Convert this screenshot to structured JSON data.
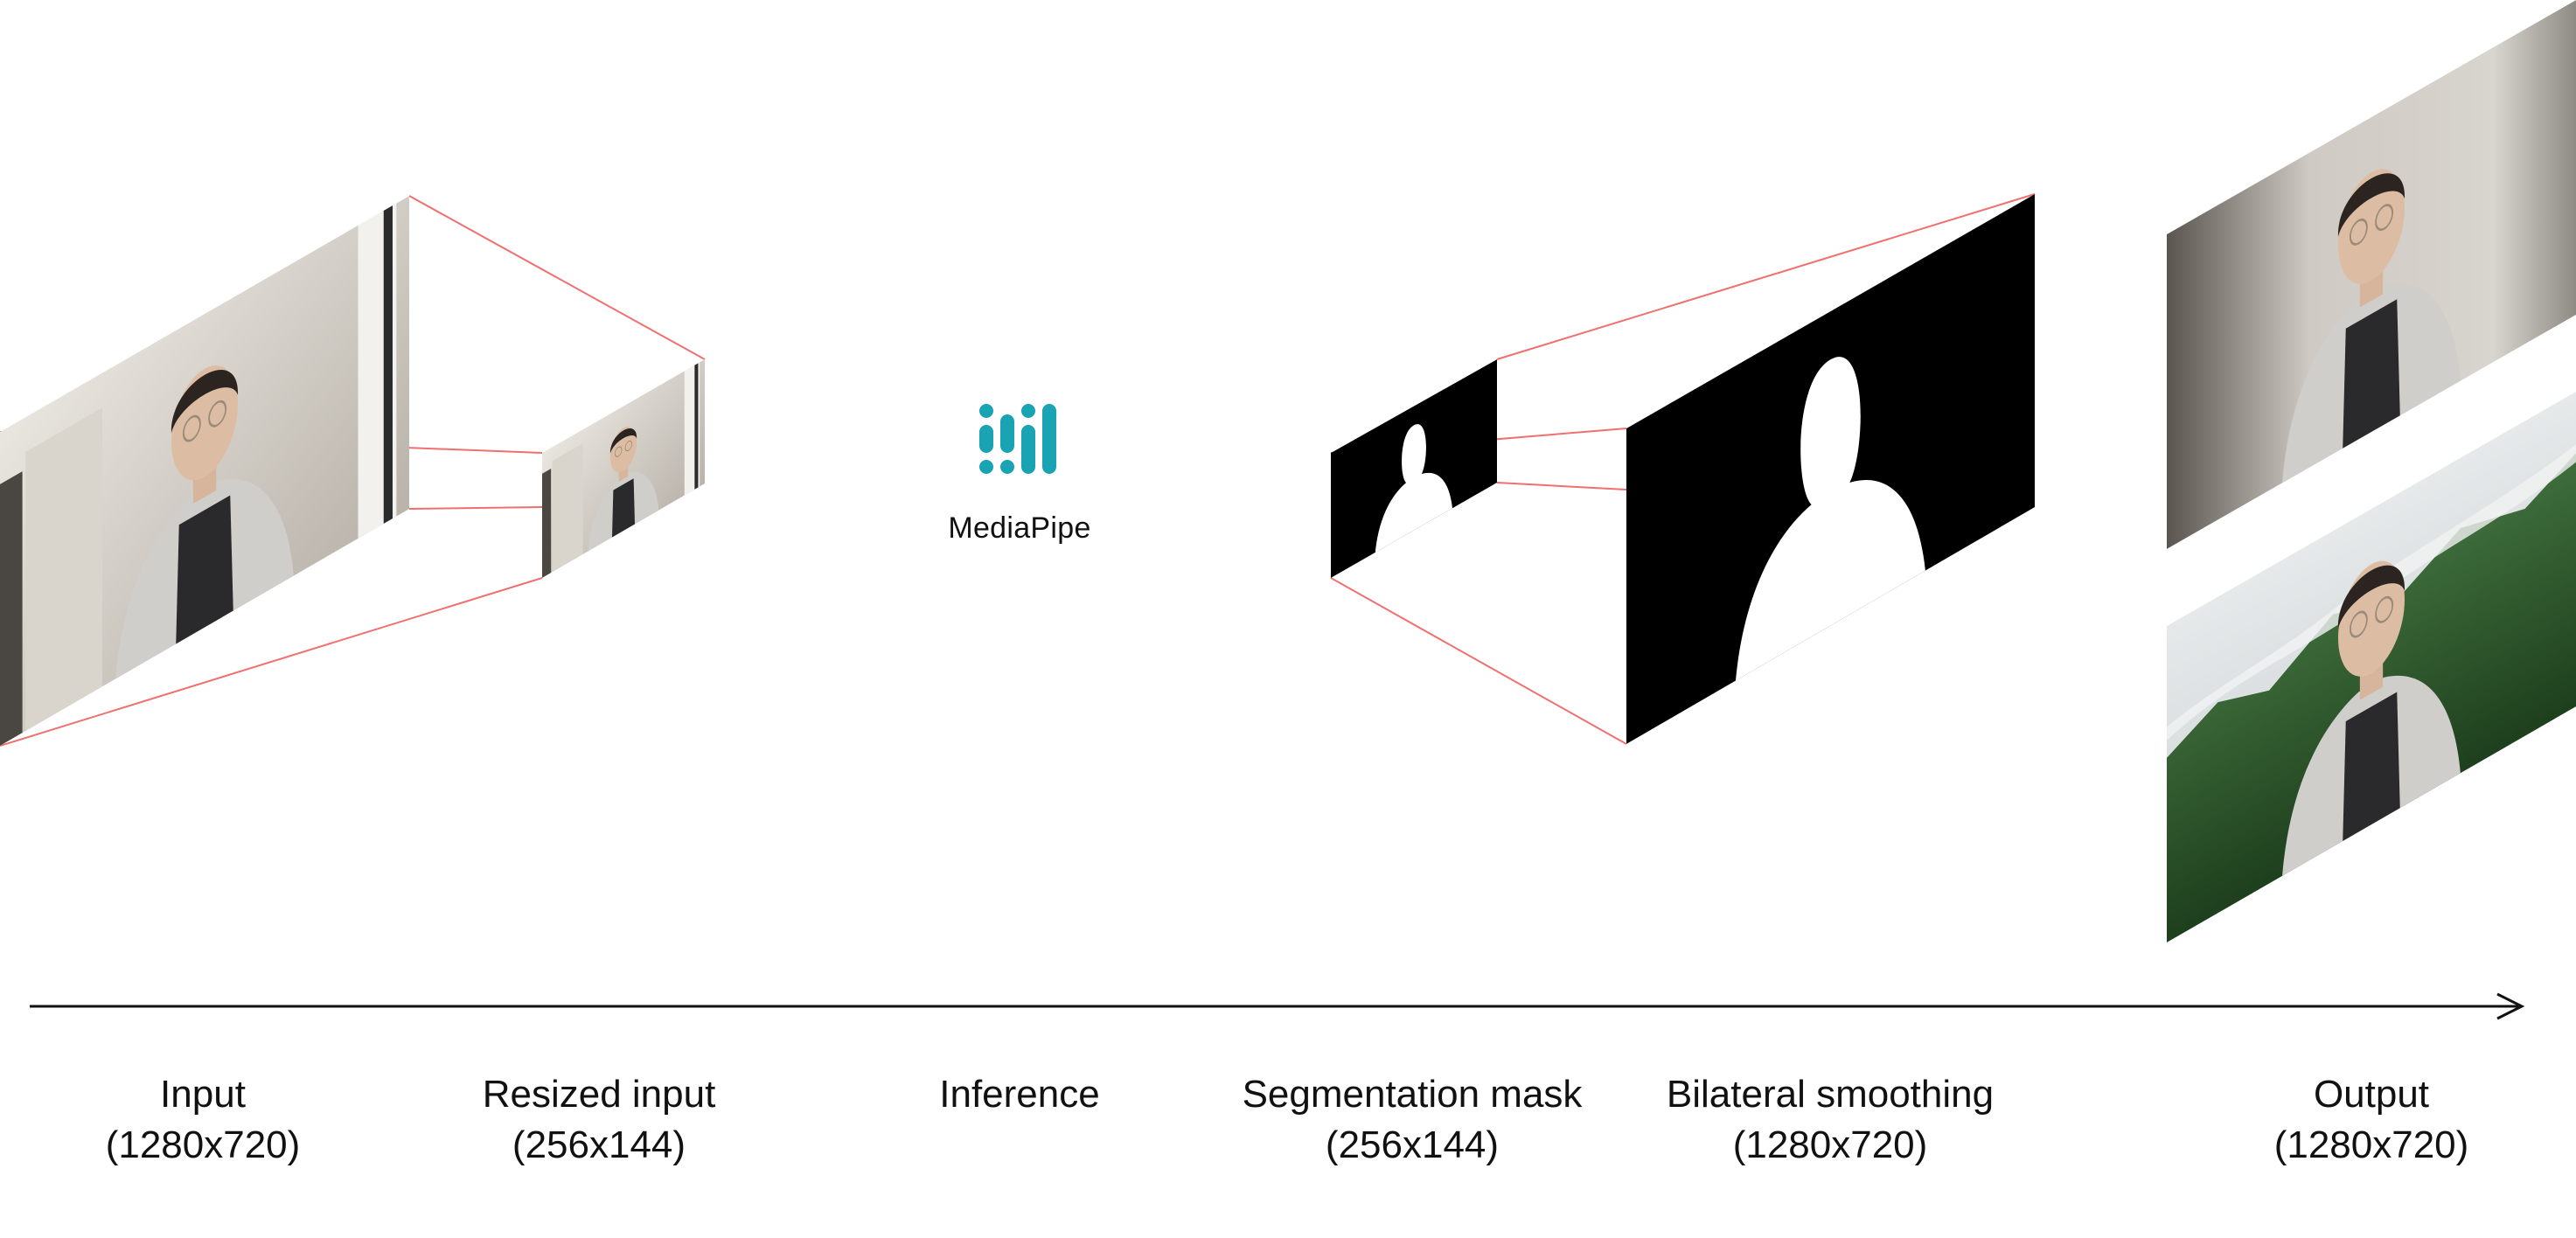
{
  "logo": {
    "name": "MediaPipe",
    "icon": "mediapipe-logo-icon",
    "color": "#1aa3b3"
  },
  "stages": [
    {
      "id": "input",
      "title": "Input",
      "detail": "(1280x720)"
    },
    {
      "id": "resized-input",
      "title": "Resized input",
      "detail": "(256x144)"
    },
    {
      "id": "inference",
      "title": "Inference",
      "detail": ""
    },
    {
      "id": "segmentation-mask",
      "title": "Segmentation mask",
      "detail": "(256x144)"
    },
    {
      "id": "bilateral-smoothing",
      "title": "Bilateral smoothing",
      "detail": "(1280x720)"
    },
    {
      "id": "output",
      "title": "Output",
      "detail": "(1280x720)"
    }
  ],
  "colors": {
    "connector": "#f07070",
    "mask": "#000000",
    "silhouette": "#ffffff",
    "axis": "#111111"
  }
}
